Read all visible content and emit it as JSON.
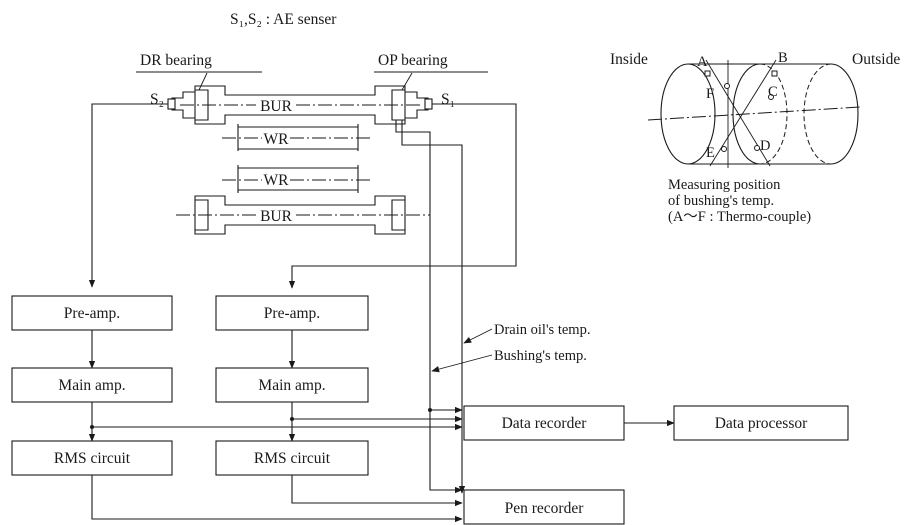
{
  "legend": {
    "sensor": "S₁,S₂ : AE senser"
  },
  "labels": {
    "dr_bearing": "DR bearing",
    "op_bearing": "OP bearing",
    "s2": "S₂",
    "s1": "S₁"
  },
  "rolls": {
    "bur_top": "BUR",
    "wr_top": "WR",
    "wr_bottom": "WR",
    "bur_bottom": "BUR"
  },
  "blocks": {
    "preamp_left": "Pre-amp.",
    "preamp_right": "Pre-amp.",
    "mainamp_left": "Main amp.",
    "mainamp_right": "Main amp.",
    "rms_left": "RMS circuit",
    "rms_right": "RMS circuit",
    "data_recorder": "Data recorder",
    "data_processor": "Data processor",
    "pen_recorder": "Pen recorder"
  },
  "signals": {
    "drain_oil": "Drain oil's temp.",
    "bushing": "Bushing's temp."
  },
  "inset": {
    "inside": "Inside",
    "outside": "Outside",
    "points": [
      "A",
      "B",
      "C",
      "D",
      "E",
      "F"
    ],
    "caption": [
      "Measuring position",
      "of bushing's temp.",
      "(A～F : Thermo-couple)"
    ]
  }
}
